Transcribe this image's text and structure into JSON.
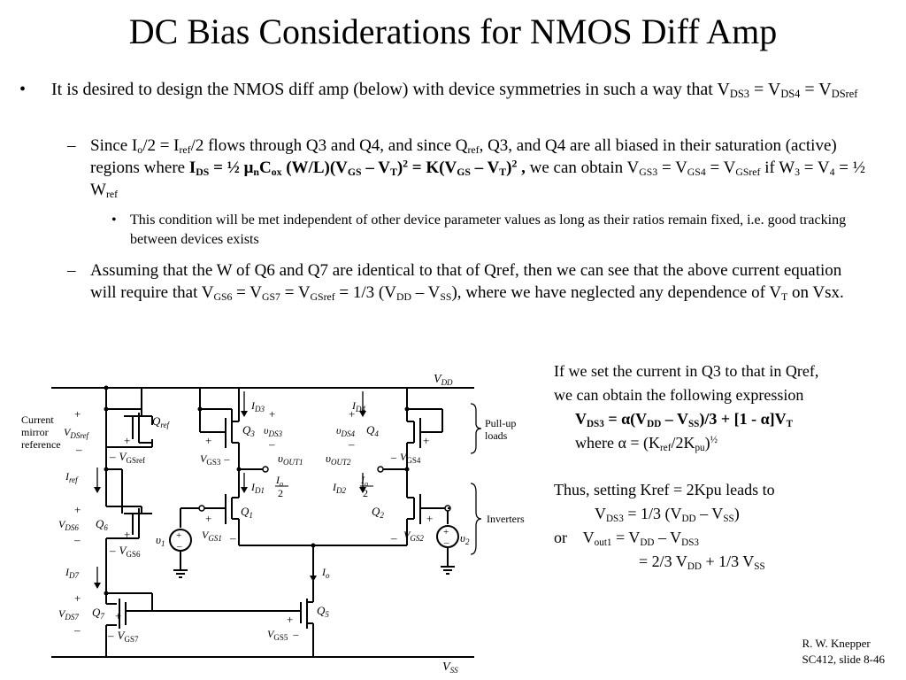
{
  "title": "DC Bias Considerations for NMOS Diff Amp",
  "bullet_symbol": "•",
  "dash_symbol": "–",
  "b1_text": "It is desired to design the NMOS diff amp (below) with device symmetries in such a way that V",
  "b1_eq": " = V",
  "b2a": {
    "t1": "Since I",
    "t2": "/2 = I",
    "t3": "/2 flows through Q3 and Q4, and since Q",
    "t4": ", Q3, and Q4 are all biased in their saturation (active) regions where ",
    "formula_bold": "I",
    "formula_a": " = ½ ",
    "mu": "μ",
    "formula_b": "C",
    "formula_c": " (W/L)(V",
    "formula_d": " – V",
    "formula_e": ")",
    "formula_f": " = K(V",
    "formula_g": " , ",
    "t5": "we can obtain V",
    "t6": " if W",
    "t7": " = ½ W"
  },
  "b3_text": "This condition will be met independent of other device parameter values as long as their ratios remain fixed, i.e. good tracking between devices exists",
  "b2b": {
    "t1": "Assuming that the W of Q6 and Q7 are identical to that of Qref, then we can see that the above current equation will require that V",
    "t2": " = 1/3 (V",
    "t3": "), where we have neglected any dependence of V",
    "t4": " on Vsx."
  },
  "subs": {
    "DS3": "DS3",
    "DS4": "DS4",
    "DSref": "DSref",
    "o": "o",
    "ref": "ref",
    "DS": "DS",
    "n": "n",
    "ox": "ox",
    "GS": "GS",
    "T": "T",
    "two": "2",
    "GS3": "GS3",
    "GS4": "GS4",
    "GSref": "GSref",
    "three": "3",
    "four": "4",
    "GS6": "GS6",
    "GS7": "GS7",
    "DD": "DD",
    "SS": "SS",
    "out1": "out1",
    "pu": "pu",
    "half": "½"
  },
  "right": {
    "l1": "If we set the current in Q3 to that in Qref,",
    "l2": "we can obtain the following expression",
    "l3_a": "V",
    "l3_b": " = α(V",
    "l3_c": " – V",
    "l3_d": ")/3 + [1 - α]V",
    "l4_a": "where α = (K",
    "l4_b": "/2K",
    "l4_c": ")",
    "l5": "Thus, setting Kref = 2Kpu leads to",
    "l6_a": "V",
    "l6_b": " = 1/3 (V",
    "l6_c": " – V",
    "l6_d": ")",
    "l7_a": "or    V",
    "l7_b": " = V",
    "l7_c": " – V",
    "l8_a": "= 2/3 V",
    "l8_b": " + 1/3 V"
  },
  "credit": {
    "line1": "R. W. Knepper",
    "line2": "SC412, slide 8-46"
  },
  "circuit": {
    "vdd": "V",
    "vdd_sub": "DD",
    "vss": "V",
    "vss_sub": "SS",
    "current_mirror_ref": [
      "Current",
      "mirror",
      "reference"
    ],
    "pullup_loads": [
      "Pull-up",
      "loads"
    ],
    "inverters": "Inverters",
    "q": [
      "Q",
      "ref",
      "3",
      "4",
      "1",
      "2",
      "6",
      "7",
      "5"
    ],
    "vout1": "υ",
    "vout1_sub": "OUT1",
    "vout2": "υ",
    "vout2_sub": "OUT2",
    "v1": "υ",
    "v1_sub": "1",
    "v2": "υ",
    "v2_sub": "2",
    "iref": "I",
    "iref_sub": "ref",
    "id3": "I",
    "id3_sub": "D3",
    "id4": "I",
    "id4_sub": "D4",
    "id1": "I",
    "id1_sub": "D1",
    "id2": "I",
    "id2_sub": "D2",
    "id7": "I",
    "id7_sub": "D7",
    "io": "I",
    "io_sub": "o",
    "io2_num": "I",
    "io2_den": "2",
    "v": "V",
    "vds": "υ",
    "subs": [
      "DSref",
      "GSref",
      "DS6",
      "GS6",
      "DS7",
      "GS7",
      "GS5",
      "GS3",
      "DS3",
      "GS4",
      "DS4",
      "GS1",
      "GS2"
    ],
    "plus": "+",
    "minus": "–"
  }
}
